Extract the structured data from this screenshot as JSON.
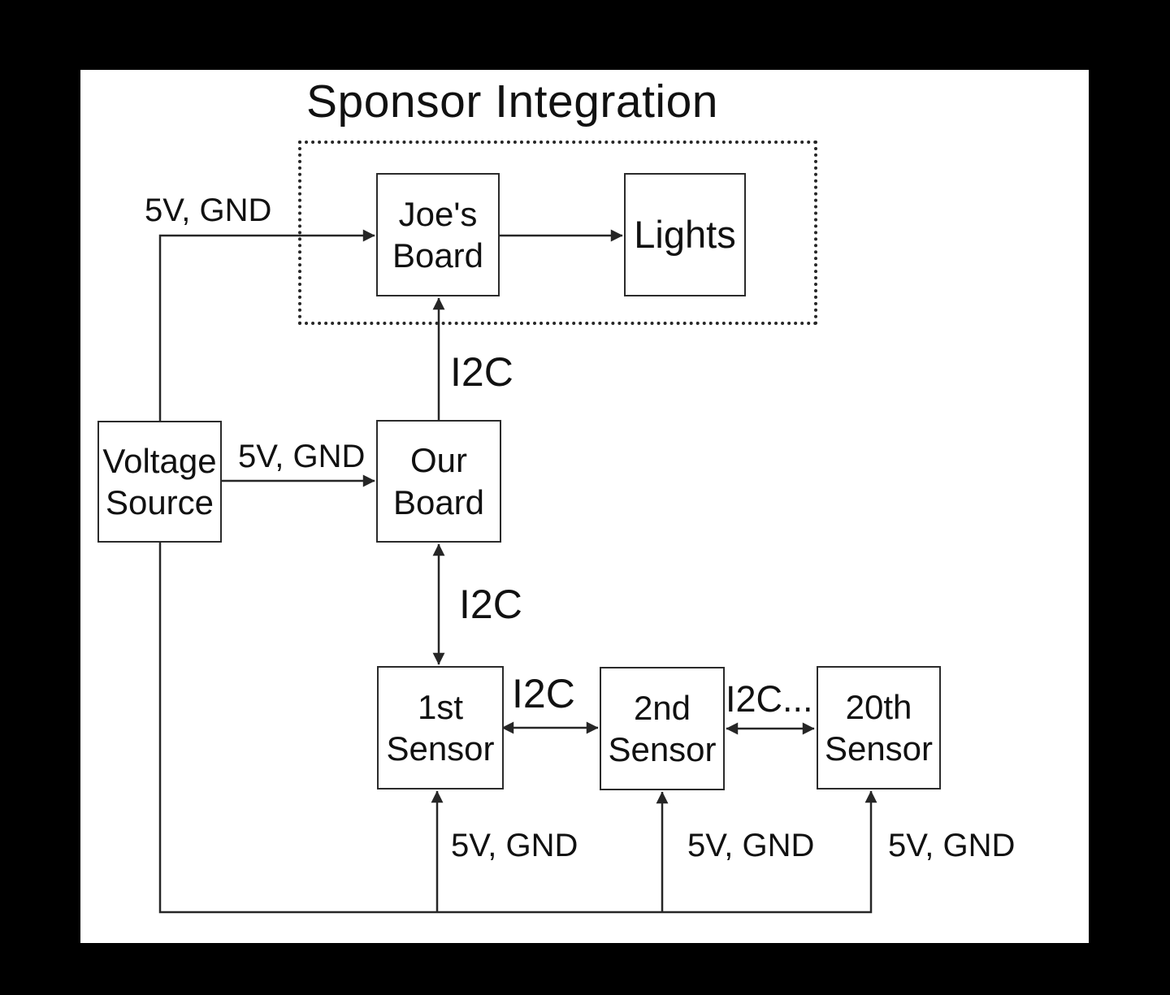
{
  "scene": {
    "title": "Sponsor Integration",
    "colors": {
      "background": "#000000",
      "surface": "#ffffff",
      "line": "#262626",
      "text": "#111111"
    }
  },
  "nodes": {
    "voltage_source": {
      "label": "Voltage\nSource"
    },
    "joes_board": {
      "label": "Joe's\nBoard"
    },
    "lights": {
      "label": "Lights"
    },
    "our_board": {
      "label": "Our\nBoard"
    },
    "sensor_1": {
      "label": "1st\nSensor"
    },
    "sensor_2": {
      "label": "2nd\nSensor"
    },
    "sensor_20": {
      "label": "20th\nSensor"
    }
  },
  "edge_labels": {
    "power_to_joes": "5V, GND",
    "power_to_our": "5V, GND",
    "i2c_our_to_joes": "I2C",
    "i2c_our_to_sensor1": "I2C",
    "i2c_sensor1_sensor2": "I2C",
    "i2c_sensor2_sensor20": "I2C...",
    "power_sensor1": "5V, GND",
    "power_sensor2": "5V, GND",
    "power_sensor20": "5V, GND"
  }
}
